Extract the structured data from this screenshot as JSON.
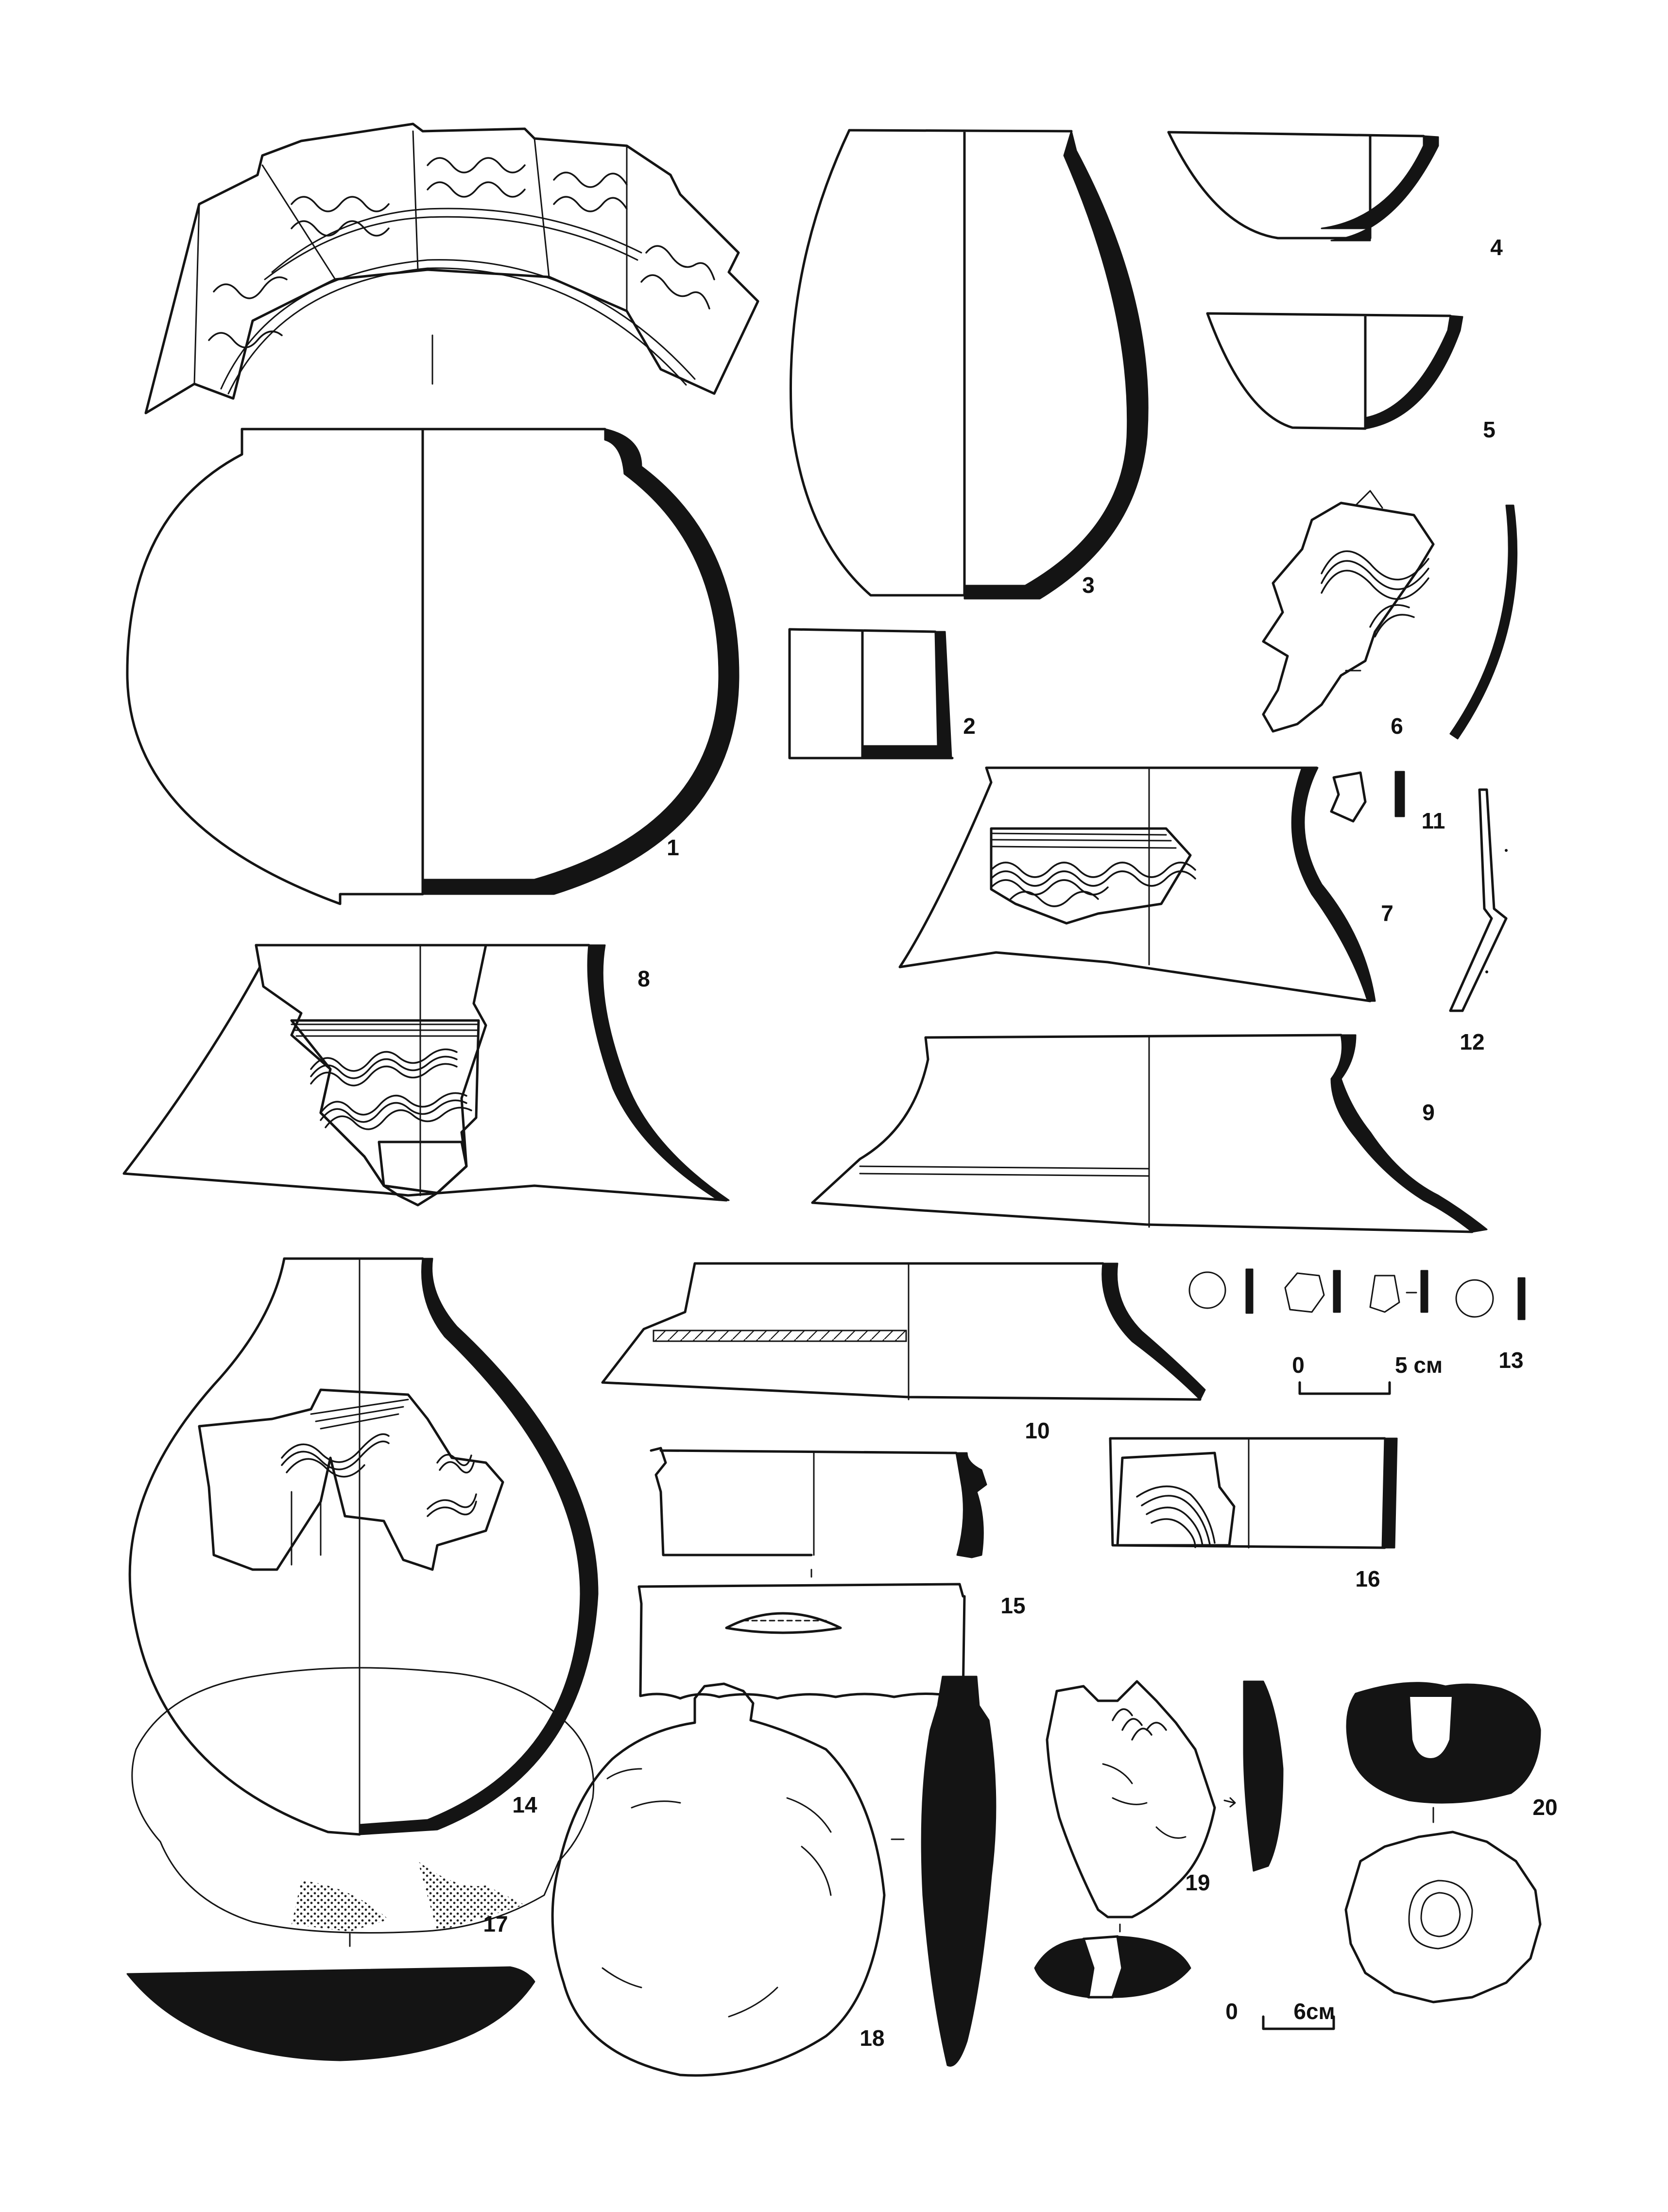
{
  "figures": [
    {
      "id": "1",
      "label": "1"
    },
    {
      "id": "2",
      "label": "2"
    },
    {
      "id": "3",
      "label": "3"
    },
    {
      "id": "4",
      "label": "4"
    },
    {
      "id": "5",
      "label": "5"
    },
    {
      "id": "6",
      "label": "6"
    },
    {
      "id": "7",
      "label": "7"
    },
    {
      "id": "8",
      "label": "8"
    },
    {
      "id": "9",
      "label": "9"
    },
    {
      "id": "10",
      "label": "10"
    },
    {
      "id": "11",
      "label": "11"
    },
    {
      "id": "12",
      "label": "12"
    },
    {
      "id": "13",
      "label": "13"
    },
    {
      "id": "14",
      "label": "14"
    },
    {
      "id": "15",
      "label": "15"
    },
    {
      "id": "16",
      "label": "16"
    },
    {
      "id": "17",
      "label": "17"
    },
    {
      "id": "18",
      "label": "18"
    },
    {
      "id": "19",
      "label": "19"
    },
    {
      "id": "20",
      "label": "20"
    }
  ],
  "scale_bars": [
    {
      "zero": "0",
      "label": "5 см"
    },
    {
      "zero": "0",
      "label": "6см"
    }
  ]
}
